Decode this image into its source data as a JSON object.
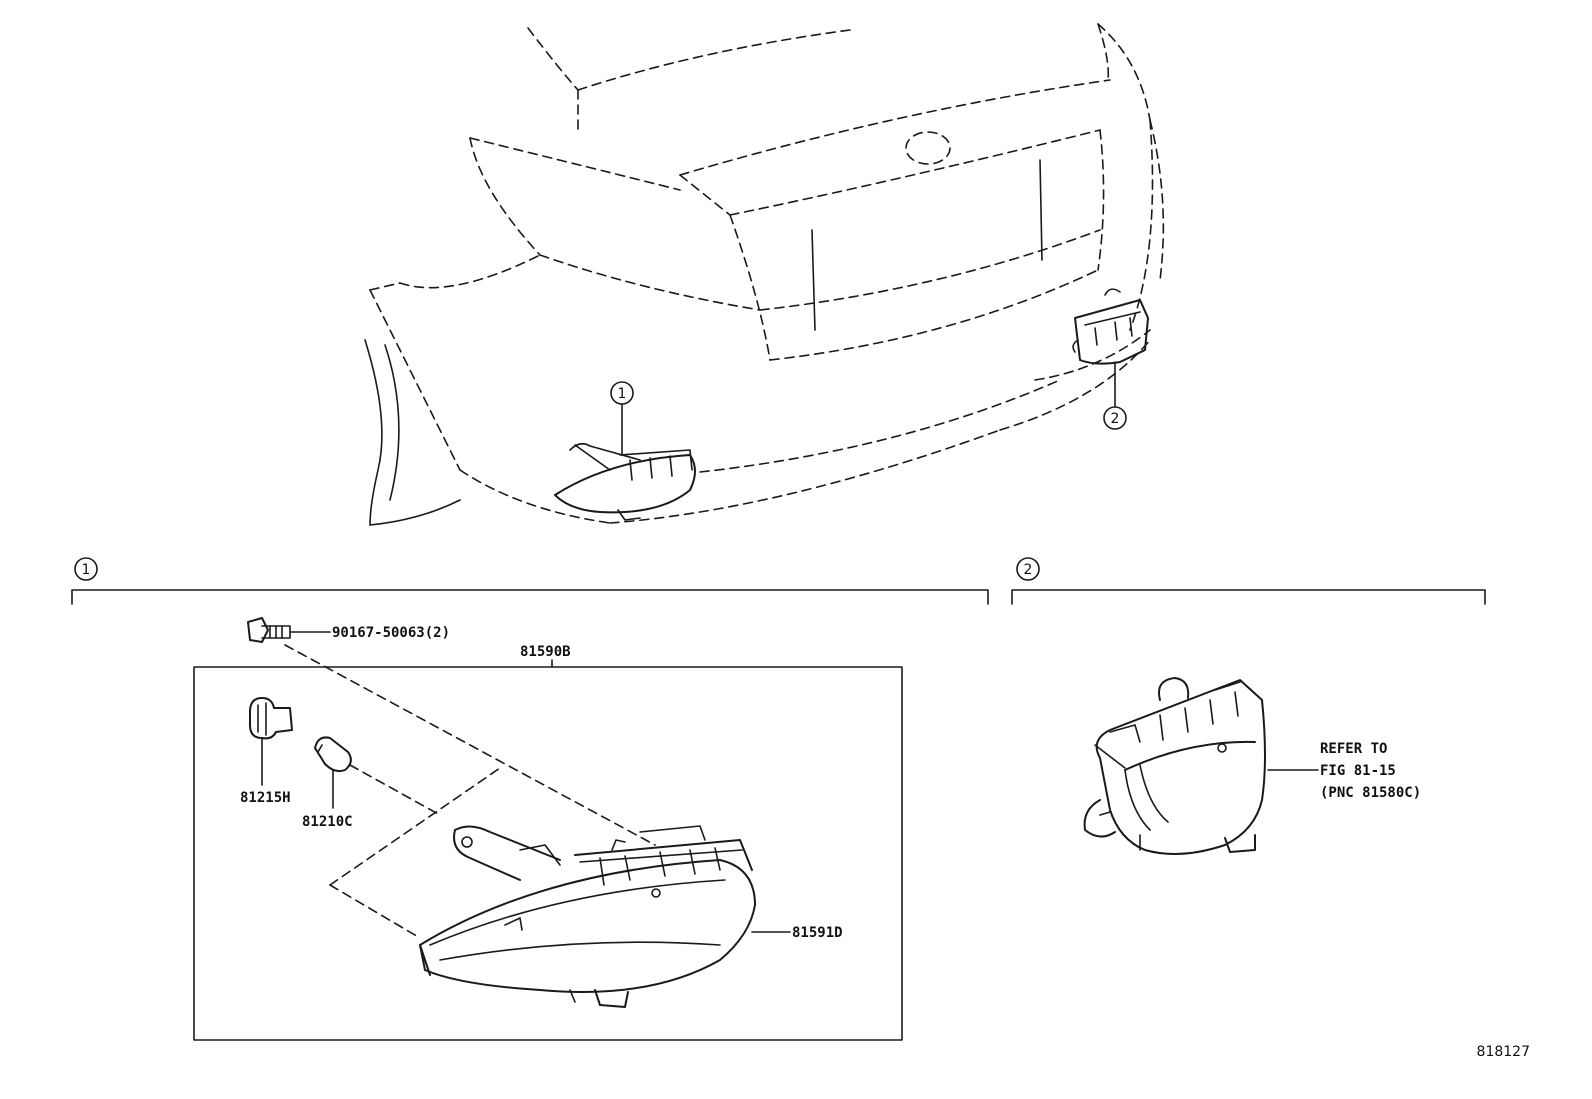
{
  "callouts": {
    "one": "1",
    "two": "2"
  },
  "parts": {
    "bolt": "90167-50063(2)",
    "assembly": "81590B",
    "socket": "81215H",
    "bulb": "81210C",
    "lamp": "81591D"
  },
  "refer": {
    "line1": "REFER TO",
    "line2": "FIG 81-15",
    "line3": "(PNC 81580C)"
  },
  "figure_id": "818127"
}
